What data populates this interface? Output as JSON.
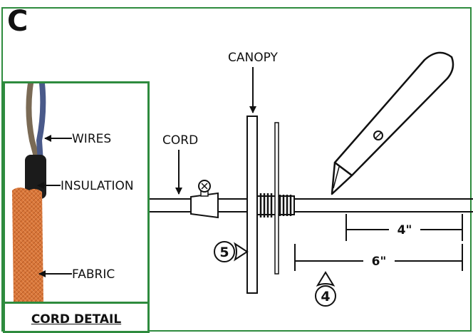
{
  "panel": {
    "letter": "C",
    "accent_color": "#2e8b3e"
  },
  "detail": {
    "title": "CORD DETAIL",
    "labels": {
      "wires": "WIRES",
      "insulation": "INSULATION",
      "fabric": "FABRIC"
    },
    "fabric_color": "#d9773a"
  },
  "diagram": {
    "labels": {
      "canopy": "CANOPY",
      "cord": "CORD",
      "dim_short": "4\"",
      "dim_long": "6\"",
      "step_5": "5",
      "step_4": "4"
    },
    "icons": [
      "utility-knife-icon",
      "cord-clamp-screw-icon",
      "threaded-nipple-icon",
      "canopy-plate-icon"
    ]
  }
}
